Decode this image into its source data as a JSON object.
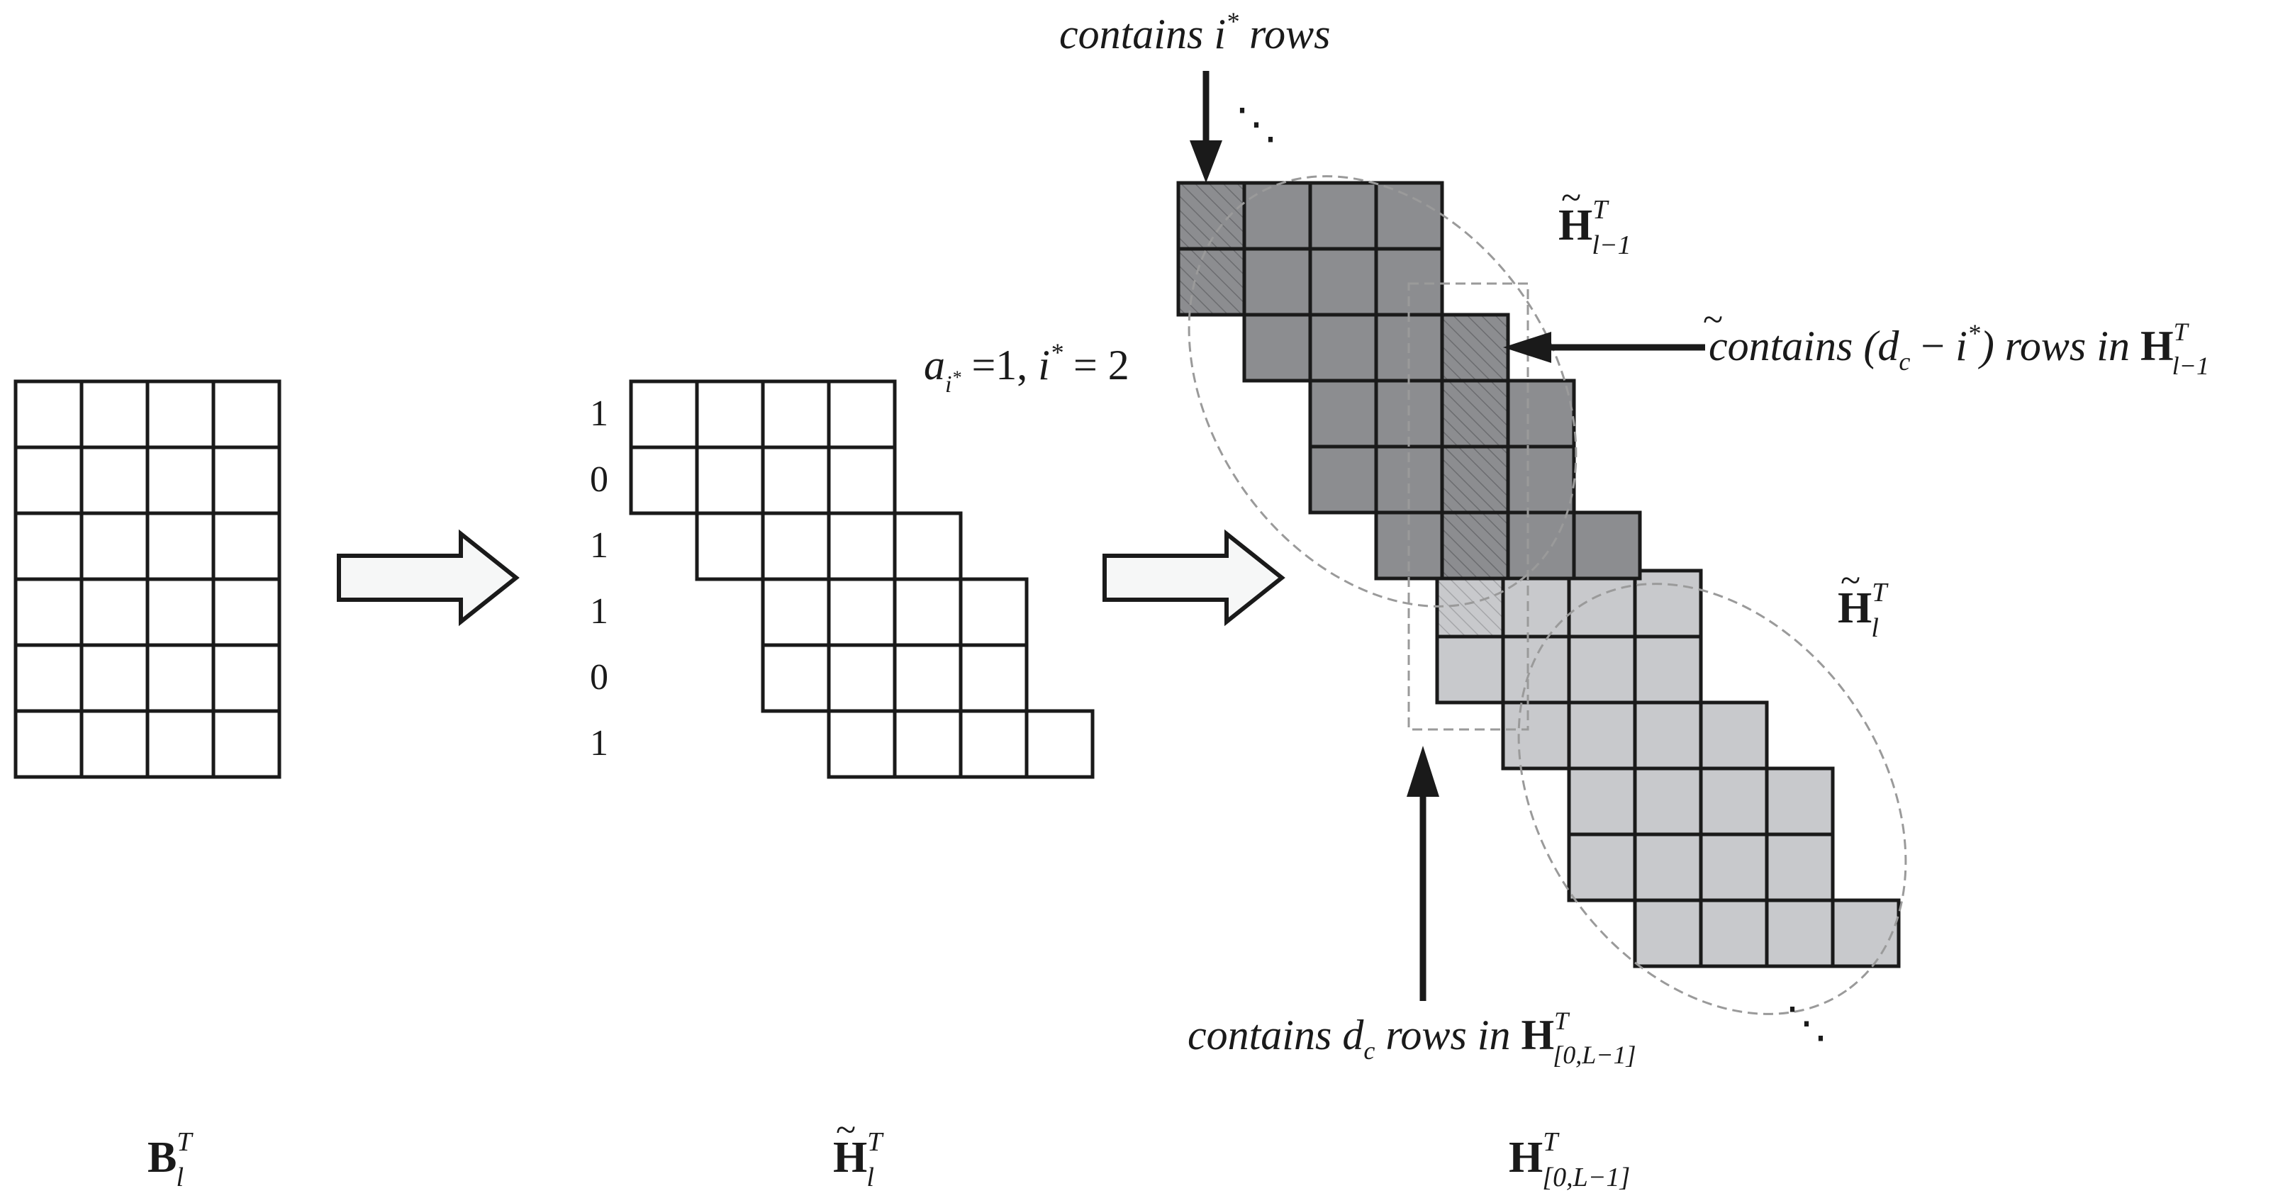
{
  "colors": {
    "line": "#1a1a1a",
    "cell_empty": "#ffffff",
    "cell_dark": "#8c8d90",
    "cell_light": "#c8c9cc",
    "hatch_dark": "#6b6c6f",
    "hatch_light": "#a5a6a9",
    "arrow_fill": "#f6f7f7",
    "dashed": "#9a9a9a"
  },
  "row_labels": [
    "1",
    "0",
    "1",
    "1",
    "0",
    "1"
  ],
  "annotations": {
    "top": {
      "pre": "contains ",
      "var": "i",
      "sup": "*",
      "post": " rows"
    },
    "middle": {
      "pre": "contains (",
      "var1": "d",
      "sub1": "c",
      "minus": " − ",
      "var2": "i",
      "sup2": "*",
      "post": ") rows in ",
      "mat": "H",
      "mat_sup": "T",
      "mat_sub": "l−1"
    },
    "bottom": {
      "pre": "contains ",
      "var": "d",
      "sub": "c",
      "post": " rows in ",
      "mat": "H",
      "mat_sup": "T",
      "mat_sub": "[0,L−1]"
    },
    "condition": {
      "a": "a",
      "a_sub": "i",
      "a_subsup": "*",
      "eq1": " =1, ",
      "i": "i",
      "i_sup": "*",
      "eq2": " = 2"
    }
  },
  "matrix_labels": {
    "h_prev": {
      "mat": "H",
      "sup": "T",
      "sub": "l−1"
    },
    "h_cur": {
      "mat": "H",
      "sup": "T",
      "sub": "l"
    },
    "bottom_b": {
      "mat": "B",
      "sup": "T",
      "sub": "l"
    },
    "bottom_h": {
      "mat": "H",
      "sup": "T",
      "sub": "l"
    },
    "bottom_combined": {
      "mat": "H",
      "sup": "T",
      "sub": "[0,L−1]"
    }
  },
  "ellipsis": "⋱"
}
